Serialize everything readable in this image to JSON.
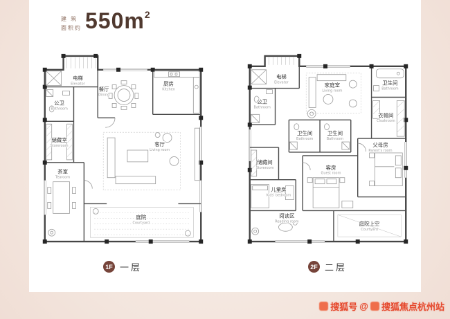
{
  "header": {
    "label_line1": "建 筑",
    "label_line2": "面积约",
    "area_value": "550m",
    "area_exponent": "2"
  },
  "plans": [
    {
      "badge": "1F",
      "floor_label": "一层",
      "rooms": [
        {
          "zh": "电梯",
          "en": "Elevator"
        },
        {
          "zh": "餐厅",
          "en": "Dining"
        },
        {
          "zh": "厨房",
          "en": "Kitchen"
        },
        {
          "zh": "公卫",
          "en": "Bathroom"
        },
        {
          "zh": "储藏室",
          "en": "Storeroom"
        },
        {
          "zh": "茶室",
          "en": "Tearoom"
        },
        {
          "zh": "客厅",
          "en": "Living room"
        },
        {
          "zh": "庭院",
          "en": "Courtyard"
        }
      ]
    },
    {
      "badge": "2F",
      "floor_label": "二层",
      "rooms": [
        {
          "zh": "电梯",
          "en": "Elevator"
        },
        {
          "zh": "公卫",
          "en": "Bathroom"
        },
        {
          "zh": "家庭室",
          "en": "Living room"
        },
        {
          "zh": "卫生间",
          "en": "Bathroom"
        },
        {
          "zh": "衣帽间",
          "en": "Cloakroom"
        },
        {
          "zh": "父母房",
          "en": "Parent's room"
        },
        {
          "zh": "卫生间",
          "en": "Bathroom"
        },
        {
          "zh": "卫生间",
          "en": "Bathroom"
        },
        {
          "zh": "储藏间",
          "en": "Storeroom"
        },
        {
          "zh": "儿童房",
          "en": "Kids' bedroom"
        },
        {
          "zh": "客房",
          "en": "Guest room"
        },
        {
          "zh": "阅读区",
          "en": "Reading room"
        },
        {
          "zh": "庭院上空",
          "en": "Courtyard"
        }
      ]
    }
  ],
  "watermark": {
    "platform": "搜狐号",
    "separator": "@",
    "account": "搜狐焦点杭州站"
  },
  "colors": {
    "background": "#f3e5dd",
    "accent_brown": "#76443a",
    "watermark_red": "#e5492e"
  }
}
